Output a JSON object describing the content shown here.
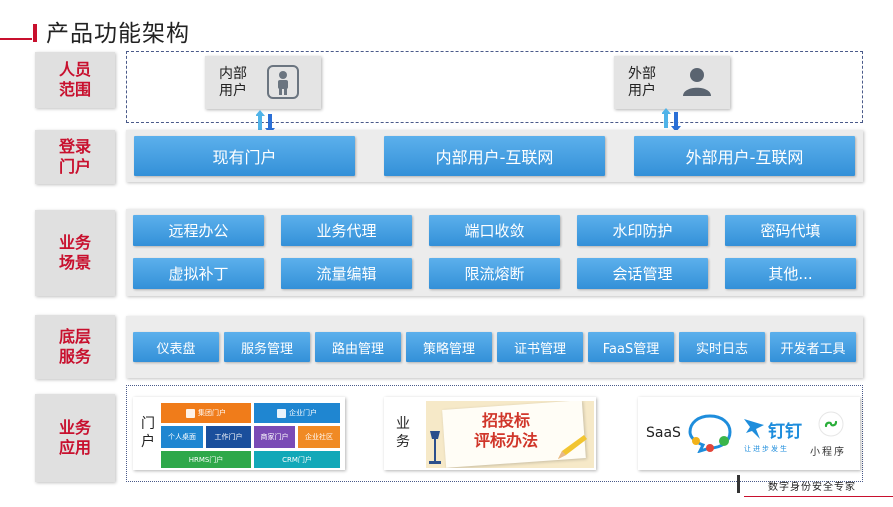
{
  "title": "产品功能架构",
  "rows": {
    "people": "人员\n范围",
    "login": "登录\n门户",
    "scene": "业务\n场景",
    "service": "底层\n服务",
    "app": "业务\n应用"
  },
  "users": {
    "internal": "内部\n用户",
    "external": "外部\n用户"
  },
  "portals": [
    "现有门户",
    "内部用户-互联网",
    "外部用户-互联网"
  ],
  "scenes_row1": [
    "远程办公",
    "业务代理",
    "端口收敛",
    "水印防护",
    "密码代填"
  ],
  "scenes_row2": [
    "虚拟补丁",
    "流量编辑",
    "限流熔断",
    "会话管理",
    "其他..."
  ],
  "services": [
    "仪表盘",
    "服务管理",
    "路由管理",
    "策略管理",
    "证书管理",
    "FaaS管理",
    "实时日志",
    "开发者工具"
  ],
  "apps": {
    "portal_label": "门\n户",
    "portal_tiles": [
      "集团门户",
      "企业门户",
      "个人桌面",
      "工作门户",
      "商家门户",
      "企业社区",
      "HRMS门户",
      "CRM门户"
    ],
    "business_label": "业\n务",
    "business_image_text": "招投标\n评标办法",
    "saas_label": "SaaS",
    "dingtalk": "钉钉",
    "dingtalk_slogan": "让进步发生",
    "miniprogram": "小程序"
  },
  "footer": "数字身份安全专家",
  "colors": {
    "accent_red": "#c8102e",
    "button_blue": "#3d9be0",
    "panel_grey": "#ececec"
  }
}
